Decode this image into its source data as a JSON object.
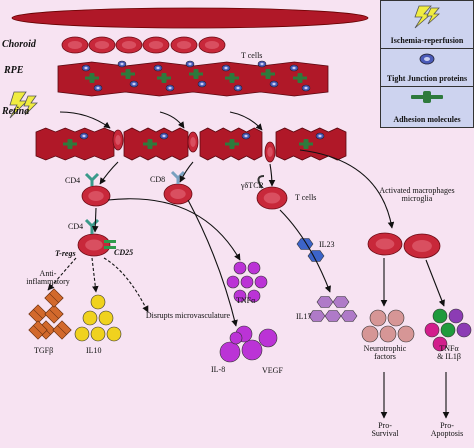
{
  "layers": {
    "choroid": "Choroid",
    "rpe": "RPE",
    "retina": "Retina"
  },
  "legend": {
    "ischemia": "Ischemia-reperfusion",
    "tight_junction": "Tight Junction proteins",
    "adhesion": "Adhesion molecules"
  },
  "labels": {
    "t_cells_top": "T cells",
    "cd4": "CD4",
    "cd8": "CD8",
    "gd_tcr": "γδTCR",
    "t_cells_mid": "T cells",
    "activated": "Activated macrophages microglia",
    "cd4_treg": "CD4",
    "t_regs": "T-regs",
    "cd25": "CD25",
    "anti_inflammatory": "Anti-inflammatory",
    "disrupts": "Disrupts microvasculature",
    "tgfb": "TGFβ",
    "il10": "IL10",
    "tnfa_mid": "TNFα",
    "il23": "IL23",
    "il17": "IL17",
    "il8": "IL-8",
    "vegf": "VEGF",
    "neurotrophic": "Neurotrophic factors",
    "tnfa_il1b": "TNFα & IL1β",
    "pro_survival": "Pro-Survival",
    "pro_apoptosis": "Pro-Apoptosis"
  },
  "colors": {
    "background": "#f7e3f2",
    "vessel": "#b01828",
    "cell": "#c8283a",
    "legend_bg": "#cdd3ef",
    "tgfb": "#d2692c",
    "il10": "#f0d21e",
    "cytokine_purple": "#bb33d6",
    "il23": "#3c64c8",
    "il17": "#af7ac8",
    "neurotrophic": "#d69696",
    "tnf_green": "#1f9a3c",
    "tnf_purple": "#8c3cb4",
    "tnf_magenta": "#d21e8c"
  }
}
